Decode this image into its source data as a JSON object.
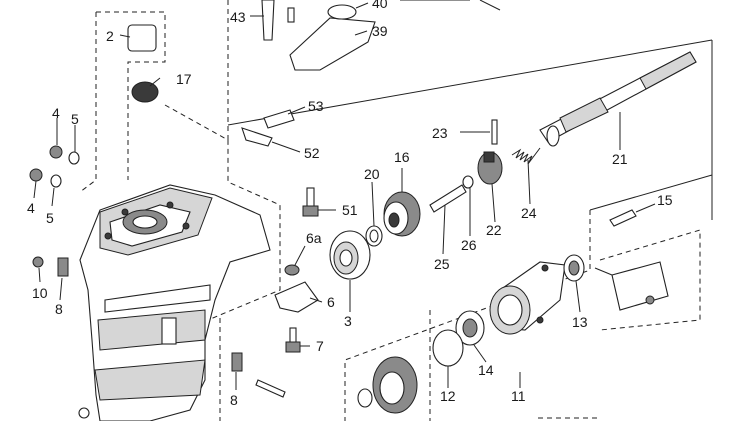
{
  "diagram": {
    "labels": {
      "p2": "2",
      "p3": "3",
      "p4a": "4",
      "p4b": "4",
      "p5a": "5",
      "p5b": "5",
      "p6": "6",
      "p6a": "6a",
      "p7": "7",
      "p8a": "8",
      "p8b": "8",
      "p10": "10",
      "p11": "11",
      "p12": "12",
      "p13": "13",
      "p14": "14",
      "p15": "15",
      "p16": "16",
      "p17": "17",
      "p20": "20",
      "p21": "21",
      "p22": "22",
      "p23": "23",
      "p24": "24",
      "p25": "25",
      "p26": "26",
      "p39": "39",
      "p40": "40",
      "p43": "43",
      "p51": "51",
      "p52": "52",
      "p53": "53"
    }
  }
}
